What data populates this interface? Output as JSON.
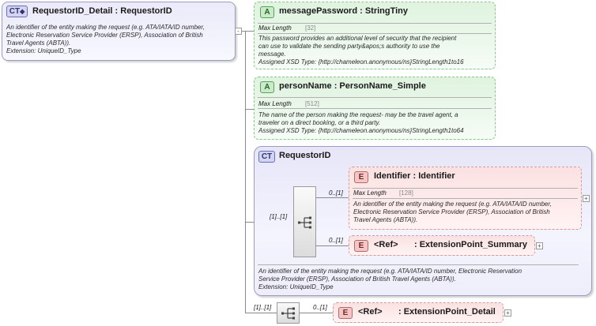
{
  "main": {
    "badge": "CT",
    "title": "RequestorID_Detail : RequestorID",
    "desc": [
      "An identifier of the entity making the request (e.g. ATA/IATA/ID number,",
      "Electronic Reservation Service Provider (ERSP), Association of British",
      "Travel Agents (ABTA)).",
      "Extension: UniqueID_Type"
    ]
  },
  "attr1": {
    "badge": "A",
    "title": "messagePassword : StringTiny",
    "prop_label": "Max Length",
    "prop_value": "[32]",
    "desc": [
      "This password provides an additional level of security that the recipient",
      "can use to validate the sending party&apos;s authority to use the",
      "message.",
      "Assigned XSD Type: {http://chameleon.anonymous/ns}StringLength1to16"
    ]
  },
  "attr2": {
    "badge": "A",
    "title": "personName : PersonName_Simple",
    "prop_label": "Max Length",
    "prop_value": "[512]",
    "desc": [
      "The name of the person making the request- may be the travel agent, a",
      "traveler on a direct booking, or a third party.",
      "Assigned XSD Type: {http://chameleon.anonymous/ns}StringLength1to64"
    ]
  },
  "inner_ct": {
    "badge": "CT",
    "title": "RequestorID",
    "seq_mult": "[1]..[1]",
    "desc": [
      "An identifier of the entity making the request (e.g. ATA/IATA/ID number, Electronic Reservation",
      "Service Provider (ERSP), Association of British Travel Agents (ABTA)).",
      "Extension: UniqueID_Type"
    ]
  },
  "identifier": {
    "badge": "E",
    "title": "Identifier : Identifier",
    "mult": "0..[1]",
    "prop_label": "Max Length",
    "prop_value": "[128]",
    "desc": [
      "An identifier of the entity making the request (e.g. ATA/IATA/ID number,",
      "Electronic Reservation Service Provider (ERSP), Association of British",
      "Travel Agents (ABTA))."
    ]
  },
  "ext_summary": {
    "badge": "E",
    "ref": "<Ref>",
    "title": ": ExtensionPoint_Summary",
    "mult": "0..[1]"
  },
  "outer_seq": {
    "mult": "[1]..[1]"
  },
  "ext_detail": {
    "badge": "E",
    "ref": "<Ref>",
    "title": ": ExtensionPoint_Detail",
    "mult": "0..[1]"
  },
  "expand_symbol": "+",
  "colors": {
    "complex_type": "#eaeaf9",
    "attribute": "#dff3df",
    "element": "#fbe1e1",
    "connector": "#8a8a8a"
  }
}
